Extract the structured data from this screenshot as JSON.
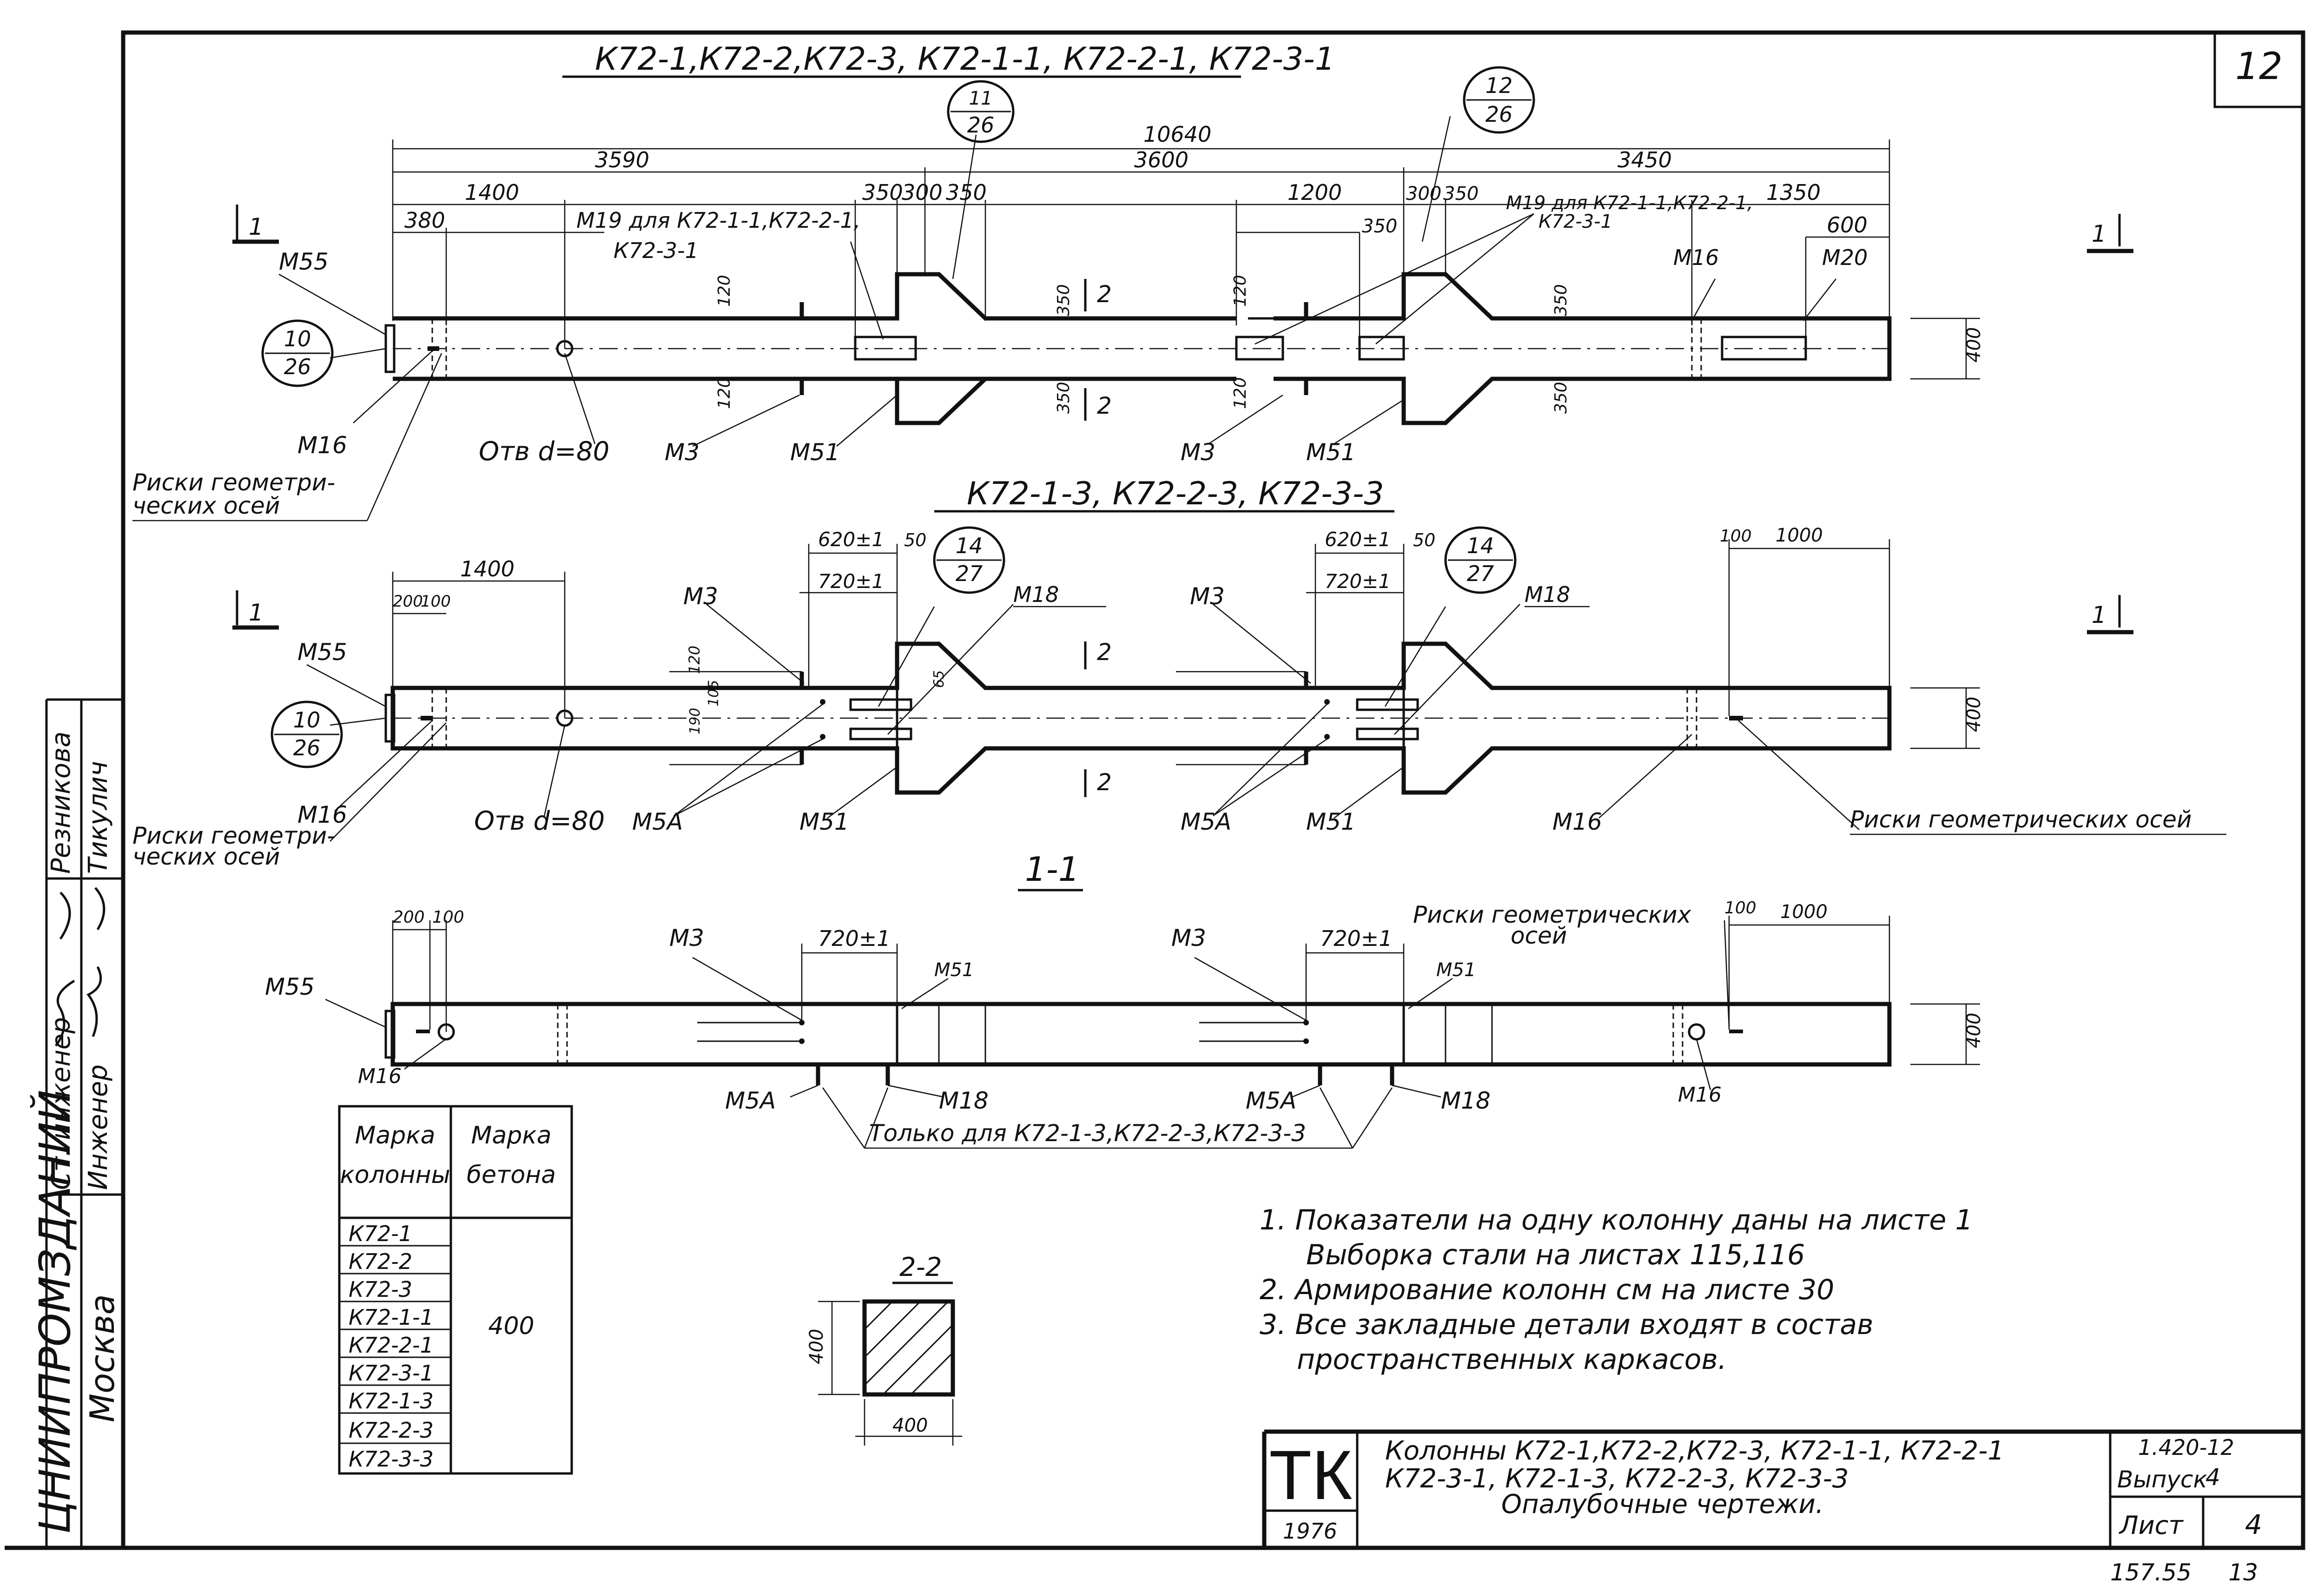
{
  "sheet_number": "12",
  "stamp_corner": "157.55     13",
  "titles": {
    "view_a": "К72-1,К72-2,К72-3, К72-1-1, К72-2-1, К72-3-1",
    "view_b": "К72-1-3, К72-2-3, К72-3-3",
    "view_c": "1-1",
    "section": "2-2"
  },
  "dims_a": {
    "total": "10640",
    "seg1": "3590",
    "seg2": "3600",
    "seg3": "3450",
    "d1400": "1400",
    "d380": "380",
    "d350a": "350",
    "d300": "300",
    "d350b": "350",
    "d1200": "1200",
    "d300b": "300",
    "d350c": "350",
    "d350d": "350",
    "d1350": "1350",
    "d600": "600",
    "h120a": "120",
    "h120b": "120",
    "h350a": "350",
    "h350b": "350",
    "h120c": "120",
    "h120d": "120",
    "h350c": "350",
    "h350d": "350",
    "h400": "400"
  },
  "labels_a": {
    "m55": "М55",
    "m16": "М16",
    "m16r": "М16",
    "m20": "М20",
    "m19_left": "М19 для К72-1-1,К72-2-1,",
    "m19_left2": "К72-3-1",
    "m19_right": "М19 для К72-1-1,К72-2-1,",
    "m19_right2": "К72-3-1",
    "hole": "Отв d=80",
    "m3a": "М3",
    "m51a": "М51",
    "m3b": "М3",
    "m51b": "М51",
    "risks": "Риски геометри-",
    "risks2": "ческих осей",
    "cut1": "1",
    "cut1r": "1",
    "cut2": "2",
    "cut2b": "2",
    "bubble_top_l": "10",
    "bubble_bot_l": "26",
    "bubble_top_m": "11",
    "bubble_bot_m": "26",
    "bubble_top_r": "12",
    "bubble_bot_r": "26"
  },
  "dims_b": {
    "d1400": "1400",
    "d200": "200",
    "d100": "100",
    "d620a": "620±1",
    "d50a": "50",
    "d720a": "720±1",
    "d620b": "620±1",
    "d50b": "50",
    "d720b": "720±1",
    "d100r": "100",
    "d1000r": "1000",
    "h400": "400",
    "h120": "120",
    "h105": "105",
    "h190": "190",
    "h65": "65"
  },
  "labels_b": {
    "m55": "М55",
    "m16": "М16",
    "m3a": "М3",
    "m3b": "М3",
    "m18a": "М18",
    "m18b": "М18",
    "m5a_a": "М5А",
    "m5a_b": "М5А",
    "m51a": "М51",
    "m51b": "М51",
    "m16r": "М16",
    "hole": "Отв d=80",
    "risks": "Риски геометри-",
    "risks2": "ческих осей",
    "risks_r": "Риски геометрических осей",
    "bubble_l_top": "10",
    "bubble_l_bot": "26",
    "bubble_m_top": "14",
    "bubble_m_bot": "27",
    "bubble_r_top": "14",
    "bubble_r_bot": "27",
    "cut1": "1",
    "cut1r": "1",
    "cut2": "2",
    "cut2b": "2"
  },
  "dims_c": {
    "d200": "200",
    "d100": "100",
    "d720a": "720±1",
    "d720b": "720±1",
    "d100r": "100",
    "d1000r": "1000",
    "h400": "400"
  },
  "labels_c": {
    "m55": "М55",
    "m16": "М16",
    "m3a": "М3",
    "m3b": "М3",
    "m51a": "М51",
    "m51b": "М51",
    "m5a_a": "М5А",
    "m5a_b": "М5А",
    "m18a": "М18",
    "m18b": "М18",
    "m16r": "М16",
    "risks": "Риски геометрических",
    "risks2": "осей",
    "only": "Только для К72-1-3,К72-2-3,К72-3-3"
  },
  "table": {
    "h1": "Марка",
    "h1b": "колонны",
    "h2": "Марка",
    "h2b": "бетона",
    "rows": [
      "К72-1",
      "К72-2",
      "К72-3",
      "К72-1-1",
      "К72-2-1",
      "К72-3-1",
      "К72-1-3",
      "К72-2-3",
      "К72-3-3"
    ],
    "concrete": "400"
  },
  "section_dims": {
    "w": "400",
    "h": "400"
  },
  "notes": [
    "1. Показатели на одну колонну даны на листе 1",
    "Выборка стали на листах 115,116",
    "2. Армирование колонн см на листе  30",
    "3. Все закладные детали входят в состав",
    "пространственных каркасов."
  ],
  "title_block": {
    "logo": "ТК",
    "year": "1976",
    "line1": "Колонны К72-1,К72-2,К72-3, К72-1-1, К72-2-1",
    "line2": "К72-3-1, К72-1-3, К72-2-3, К72-3-3",
    "line3": "Опалубочные чертежи.",
    "code": "1.420-12",
    "issue_label": "Выпуск",
    "issue": "4",
    "sheet_label": "Лист",
    "sheet": "4"
  },
  "left_strip": {
    "org": "ЦНИИПРОМЗДАНИЙ",
    "city": "Москва",
    "role1": "Ст. инженер",
    "role2": "Инженер",
    "name1": "Резникова",
    "name2": "Тикулич"
  }
}
